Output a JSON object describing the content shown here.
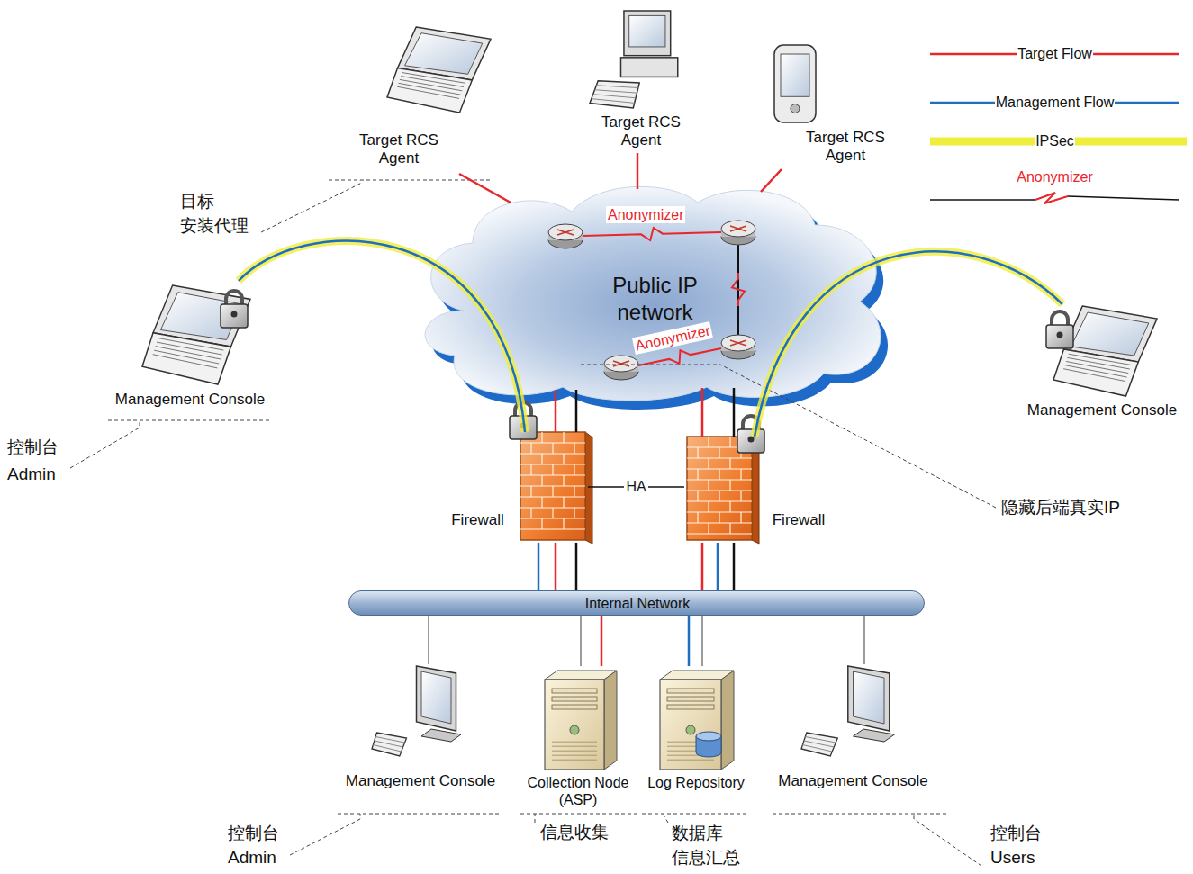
{
  "diagram": {
    "nodes": [
      {
        "text": [
          "Target RCS Agent"
        ]
      },
      {
        "text": [
          "Target RCS Agent"
        ]
      },
      {
        "text": [
          "Target RCS Agent"
        ]
      },
      {
        "text": [
          "Public IP network"
        ]
      },
      {
        "text": [
          "Management Console"
        ]
      },
      {
        "text": [
          "Management Console"
        ]
      },
      {
        "text": [
          "Firewall"
        ]
      },
      {
        "text": [
          "Firewall"
        ]
      },
      {
        "text": [
          "Internal Network"
        ]
      },
      {
        "text": [
          "Management Console"
        ]
      },
      {
        "text": [
          "Collection Node (ASP)"
        ]
      },
      {
        "text": [
          "Log Repository"
        ]
      },
      {
        "text": [
          "Management Console"
        ]
      }
    ],
    "edges": [
      {
        "from": 0,
        "to": 3,
        "arrow": "none"
      },
      {
        "from": 1,
        "to": 3,
        "arrow": "none"
      },
      {
        "from": 2,
        "to": 3,
        "arrow": "none"
      },
      {
        "from": 4,
        "to": 6,
        "arrow": "none"
      },
      {
        "from": 5,
        "to": 7,
        "arrow": "none"
      },
      {
        "from": 3,
        "to": 6,
        "arrow": "none"
      },
      {
        "from": 3,
        "to": 7,
        "arrow": "none"
      },
      {
        "from": 6,
        "to": 7,
        "label": "HA",
        "arrow": "none"
      },
      {
        "from": 6,
        "to": 8,
        "arrow": "none"
      },
      {
        "from": 7,
        "to": 8,
        "arrow": "none"
      },
      {
        "from": 8,
        "to": 9,
        "arrow": "none"
      },
      {
        "from": 8,
        "to": 10,
        "arrow": "none"
      },
      {
        "from": 8,
        "to": 11,
        "arrow": "none"
      },
      {
        "from": 8,
        "to": 12,
        "arrow": "none"
      }
    ],
    "labels": [
      "目标 安装代理",
      "Anonymizer",
      "Anonymizer",
      "控制台 Admin",
      "隐藏后端真实IP",
      "控制台 Admin",
      "信息收集",
      "数据库 信息汇总",
      "控制台 Users"
    ],
    "legend": [
      {
        "text": "Target Flow"
      },
      {
        "text": "Management Flow"
      },
      {
        "text": "IPSec"
      },
      {
        "text": "Anonymizer"
      }
    ]
  }
}
